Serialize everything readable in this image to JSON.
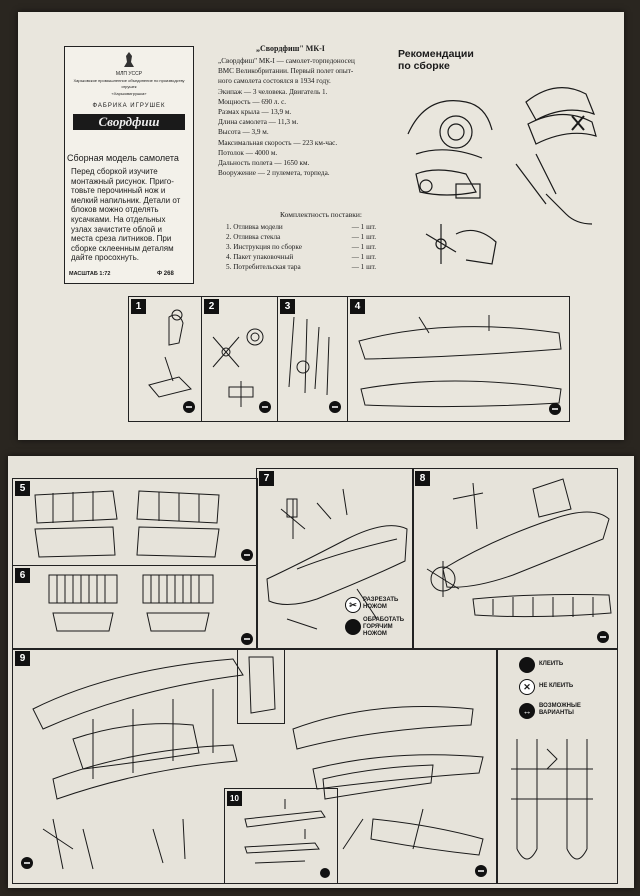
{
  "cover": {
    "ministry": "МЛП УССР",
    "org": "Харьковское промышленное объединение по производству игрушек",
    "org_short": "«Харьковигрушка»",
    "factory": "ФАБРИКА ИГРУШЕК",
    "product": "Свордфиш",
    "heading": "Сборная модель самолета",
    "instructions": [
      "Перед сборкой изучите",
      "монтажный рисунок. Приго-",
      "товьте перочинный нож и",
      "мелкий напильник. Детали от",
      "блоков можно отделять",
      "кусачками. На отдельных",
      "узлах зачистите облой и",
      "места среза литников. При",
      "сборке склеенным деталям",
      "дайте просохнуть."
    ],
    "scale": "МАСШТАБ 1:72",
    "code": "Ф 268"
  },
  "description": {
    "title": "„Свордфиш\" МК-I",
    "lines": [
      "„Свордфиш\" МК-I — самолет-торпедоносец",
      "ВМС Великобритании. Первый полет опыт-",
      "ного самолета состоялся в 1934 году.",
      "Экипаж — 3 человека. Двигатель 1.",
      "Мощность — 690 л. с.",
      "Размах крыла — 13,9 м.",
      "Длина самолета — 11,3 м.",
      "Высота — 3,9 м.",
      "Максимальная скорость — 223 км-час.",
      "Потолок — 4000 м.",
      "Дальность полета — 1650 км.",
      "Вооружение — 2 пулемета, торпеда."
    ]
  },
  "kit": {
    "title": "Комплектность поставки:",
    "items": [
      {
        "n": "1.",
        "name": "Отливка модели",
        "qty": "— 1 шт."
      },
      {
        "n": "2.",
        "name": "Отливка стекла",
        "qty": "— 1 шт."
      },
      {
        "n": "3.",
        "name": "Инструкция по сборке",
        "qty": "— 1 шт."
      },
      {
        "n": "4.",
        "name": "Пакет упаковочный",
        "qty": "— 1 шт."
      },
      {
        "n": "5.",
        "name": "Потребительская тара",
        "qty": "— 1 шт."
      }
    ]
  },
  "recommendations": {
    "title_line1": "Рекомендации",
    "title_line2": "по сборке"
  },
  "steps_top": [
    "1",
    "2",
    "3",
    "4"
  ],
  "steps_bottom": [
    "5",
    "6",
    "7",
    "8",
    "9",
    "10"
  ],
  "legend7": {
    "cut": "РАЗРЕЗАТЬ НОЖОМ",
    "file": "ОБРАБОТАТЬ ГОРЯЧИМ НОЖОМ"
  },
  "legend9": {
    "glue": "КЛЕИТЬ",
    "noglue": "НЕ КЛЕИТЬ",
    "variants": "ВОЗМОЖНЫЕ ВАРИАНТЫ"
  },
  "colors": {
    "paper": "#e9e6dd",
    "ink": "#1a1a1a",
    "background": "#2a2620"
  }
}
